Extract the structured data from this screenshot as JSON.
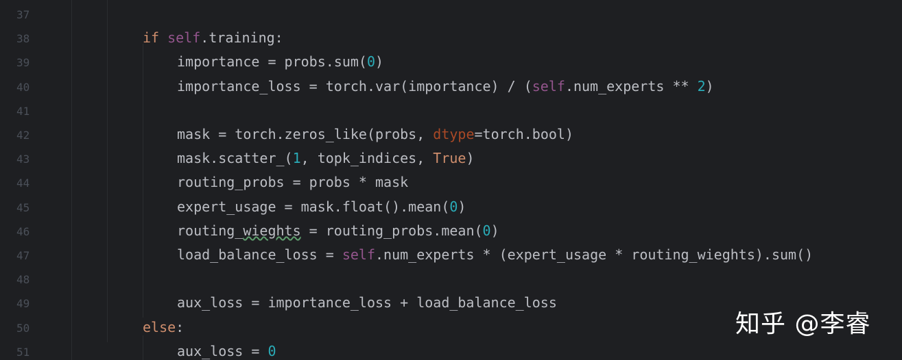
{
  "colors": {
    "background": "#1e1f22",
    "plain_text": "#bcbec4",
    "keyword": "#cf8e6d",
    "self_keyword": "#94558d",
    "number": "#2aacb8",
    "named_arg": "#aa4926",
    "line_number": "#4b5059",
    "watermark": "#ffffff"
  },
  "line_numbers": [
    "37",
    "38",
    "39",
    "40",
    "41",
    "42",
    "43",
    "44",
    "45",
    "46",
    "47",
    "48",
    "49",
    "50",
    "51"
  ],
  "code_lines": [
    {
      "number": "37",
      "indent": 0,
      "tokens": []
    },
    {
      "number": "38",
      "indent": 1,
      "tokens": [
        {
          "text": "if ",
          "kind": "keyword"
        },
        {
          "text": "self",
          "kind": "self_keyword"
        },
        {
          "text": ".training:",
          "kind": "plain_text"
        }
      ]
    },
    {
      "number": "39",
      "indent": 2,
      "tokens": [
        {
          "text": "importance = probs.sum(",
          "kind": "plain_text"
        },
        {
          "text": "0",
          "kind": "number"
        },
        {
          "text": ")",
          "kind": "plain_text"
        }
      ]
    },
    {
      "number": "40",
      "indent": 2,
      "tokens": [
        {
          "text": "importance_loss = torch.var(importance) / (",
          "kind": "plain_text"
        },
        {
          "text": "self",
          "kind": "self_keyword"
        },
        {
          "text": ".num_experts ** ",
          "kind": "plain_text"
        },
        {
          "text": "2",
          "kind": "number"
        },
        {
          "text": ")",
          "kind": "plain_text"
        }
      ]
    },
    {
      "number": "41",
      "indent": 0,
      "tokens": []
    },
    {
      "number": "42",
      "indent": 2,
      "tokens": [
        {
          "text": "mask = torch.zeros_like(probs, ",
          "kind": "plain_text"
        },
        {
          "text": "dtype",
          "kind": "named_arg"
        },
        {
          "text": "=torch.bool)",
          "kind": "plain_text"
        }
      ]
    },
    {
      "number": "43",
      "indent": 2,
      "tokens": [
        {
          "text": "mask.scatter_(",
          "kind": "plain_text"
        },
        {
          "text": "1",
          "kind": "number"
        },
        {
          "text": ", topk_indices, ",
          "kind": "plain_text"
        },
        {
          "text": "True",
          "kind": "keyword"
        },
        {
          "text": ")",
          "kind": "plain_text"
        }
      ]
    },
    {
      "number": "44",
      "indent": 2,
      "tokens": [
        {
          "text": "routing_probs = probs * mask",
          "kind": "plain_text"
        }
      ]
    },
    {
      "number": "45",
      "indent": 2,
      "tokens": [
        {
          "text": "expert_usage = mask.float().mean(",
          "kind": "plain_text"
        },
        {
          "text": "0",
          "kind": "number"
        },
        {
          "text": ")",
          "kind": "plain_text"
        }
      ]
    },
    {
      "number": "46",
      "indent": 2,
      "tokens": [
        {
          "text": "routing_",
          "kind": "plain_text"
        },
        {
          "text": "wieghts",
          "kind": "plain_text",
          "underline": true
        },
        {
          "text": " = routing_probs.mean(",
          "kind": "plain_text"
        },
        {
          "text": "0",
          "kind": "number"
        },
        {
          "text": ")",
          "kind": "plain_text"
        }
      ]
    },
    {
      "number": "47",
      "indent": 2,
      "tokens": [
        {
          "text": "load_balance_loss = ",
          "kind": "plain_text"
        },
        {
          "text": "self",
          "kind": "self_keyword"
        },
        {
          "text": ".num_experts * (expert_usage * routing_wieghts).sum()",
          "kind": "plain_text"
        }
      ]
    },
    {
      "number": "48",
      "indent": 0,
      "tokens": []
    },
    {
      "number": "49",
      "indent": 2,
      "tokens": [
        {
          "text": "aux_loss = importance_loss + load_balance_loss",
          "kind": "plain_text"
        }
      ]
    },
    {
      "number": "50",
      "indent": 1,
      "tokens": [
        {
          "text": "else",
          "kind": "keyword"
        },
        {
          "text": ":",
          "kind": "plain_text"
        }
      ]
    },
    {
      "number": "51",
      "indent": 2,
      "tokens": [
        {
          "text": "aux_loss = ",
          "kind": "plain_text"
        },
        {
          "text": "0",
          "kind": "number"
        }
      ]
    }
  ],
  "watermark": "知乎 @李睿"
}
